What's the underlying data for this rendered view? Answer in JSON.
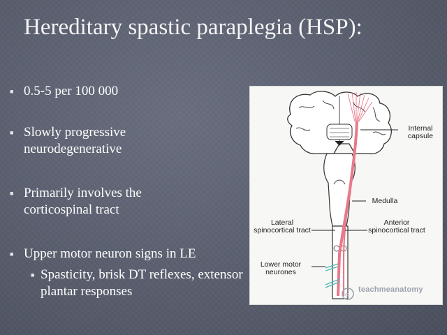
{
  "slide": {
    "title": "Hereditary spastic paraplegia (HSP):",
    "bullets": [
      {
        "text": "0.5-5 per 100 000"
      },
      {
        "text": "Slowly progressive neurodegenerative"
      },
      {
        "text": "Primarily involves the corticospinal tract"
      },
      {
        "text": "Upper motor neuron signs in LE",
        "sub": "Spasticity, brisk DT reflexes, extensor plantar responses"
      }
    ],
    "bullet_icon": "square-bullet"
  },
  "figure": {
    "labels": {
      "internal_capsule": "Internal capsule",
      "medulla": "Medulla",
      "lateral": "Lateral spinocortical tract",
      "anterior": "Anterior spinocortical tract",
      "lower_motor": "Lower motor neurones"
    },
    "watermark": "teachmeanatomy",
    "colors": {
      "tract": "#e8798a",
      "lower_motor": "#4fb8b0",
      "outline": "#333333"
    }
  }
}
